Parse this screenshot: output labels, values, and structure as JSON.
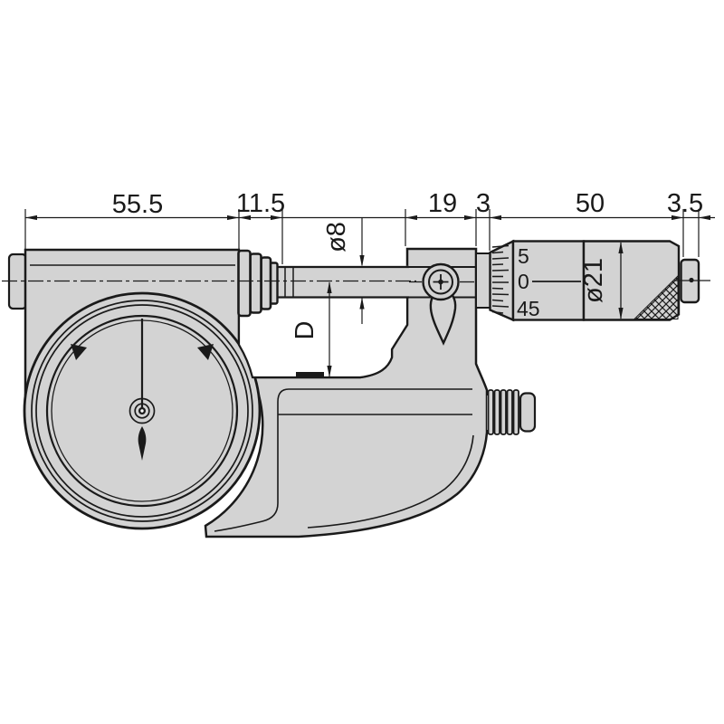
{
  "drawing": {
    "title": "indicating-micrometer-outline-drawing",
    "dimensions": {
      "frame_left": "55.5",
      "boot": "11.5",
      "clamp_boss": "19",
      "sleeve_gap": "3",
      "thimble_length": "50",
      "ratchet_cap": "3.5",
      "spindle_diameter": "ø8",
      "depth": "D",
      "thimble_diameter": "ø21"
    },
    "thimble_scale": {
      "upper": "5",
      "index": "0",
      "lower": "45"
    },
    "colors": {
      "body_fill": "#d3d3d3",
      "line": "#1a1a1a",
      "background": "#ffffff",
      "marker_fill": "#111111"
    }
  }
}
